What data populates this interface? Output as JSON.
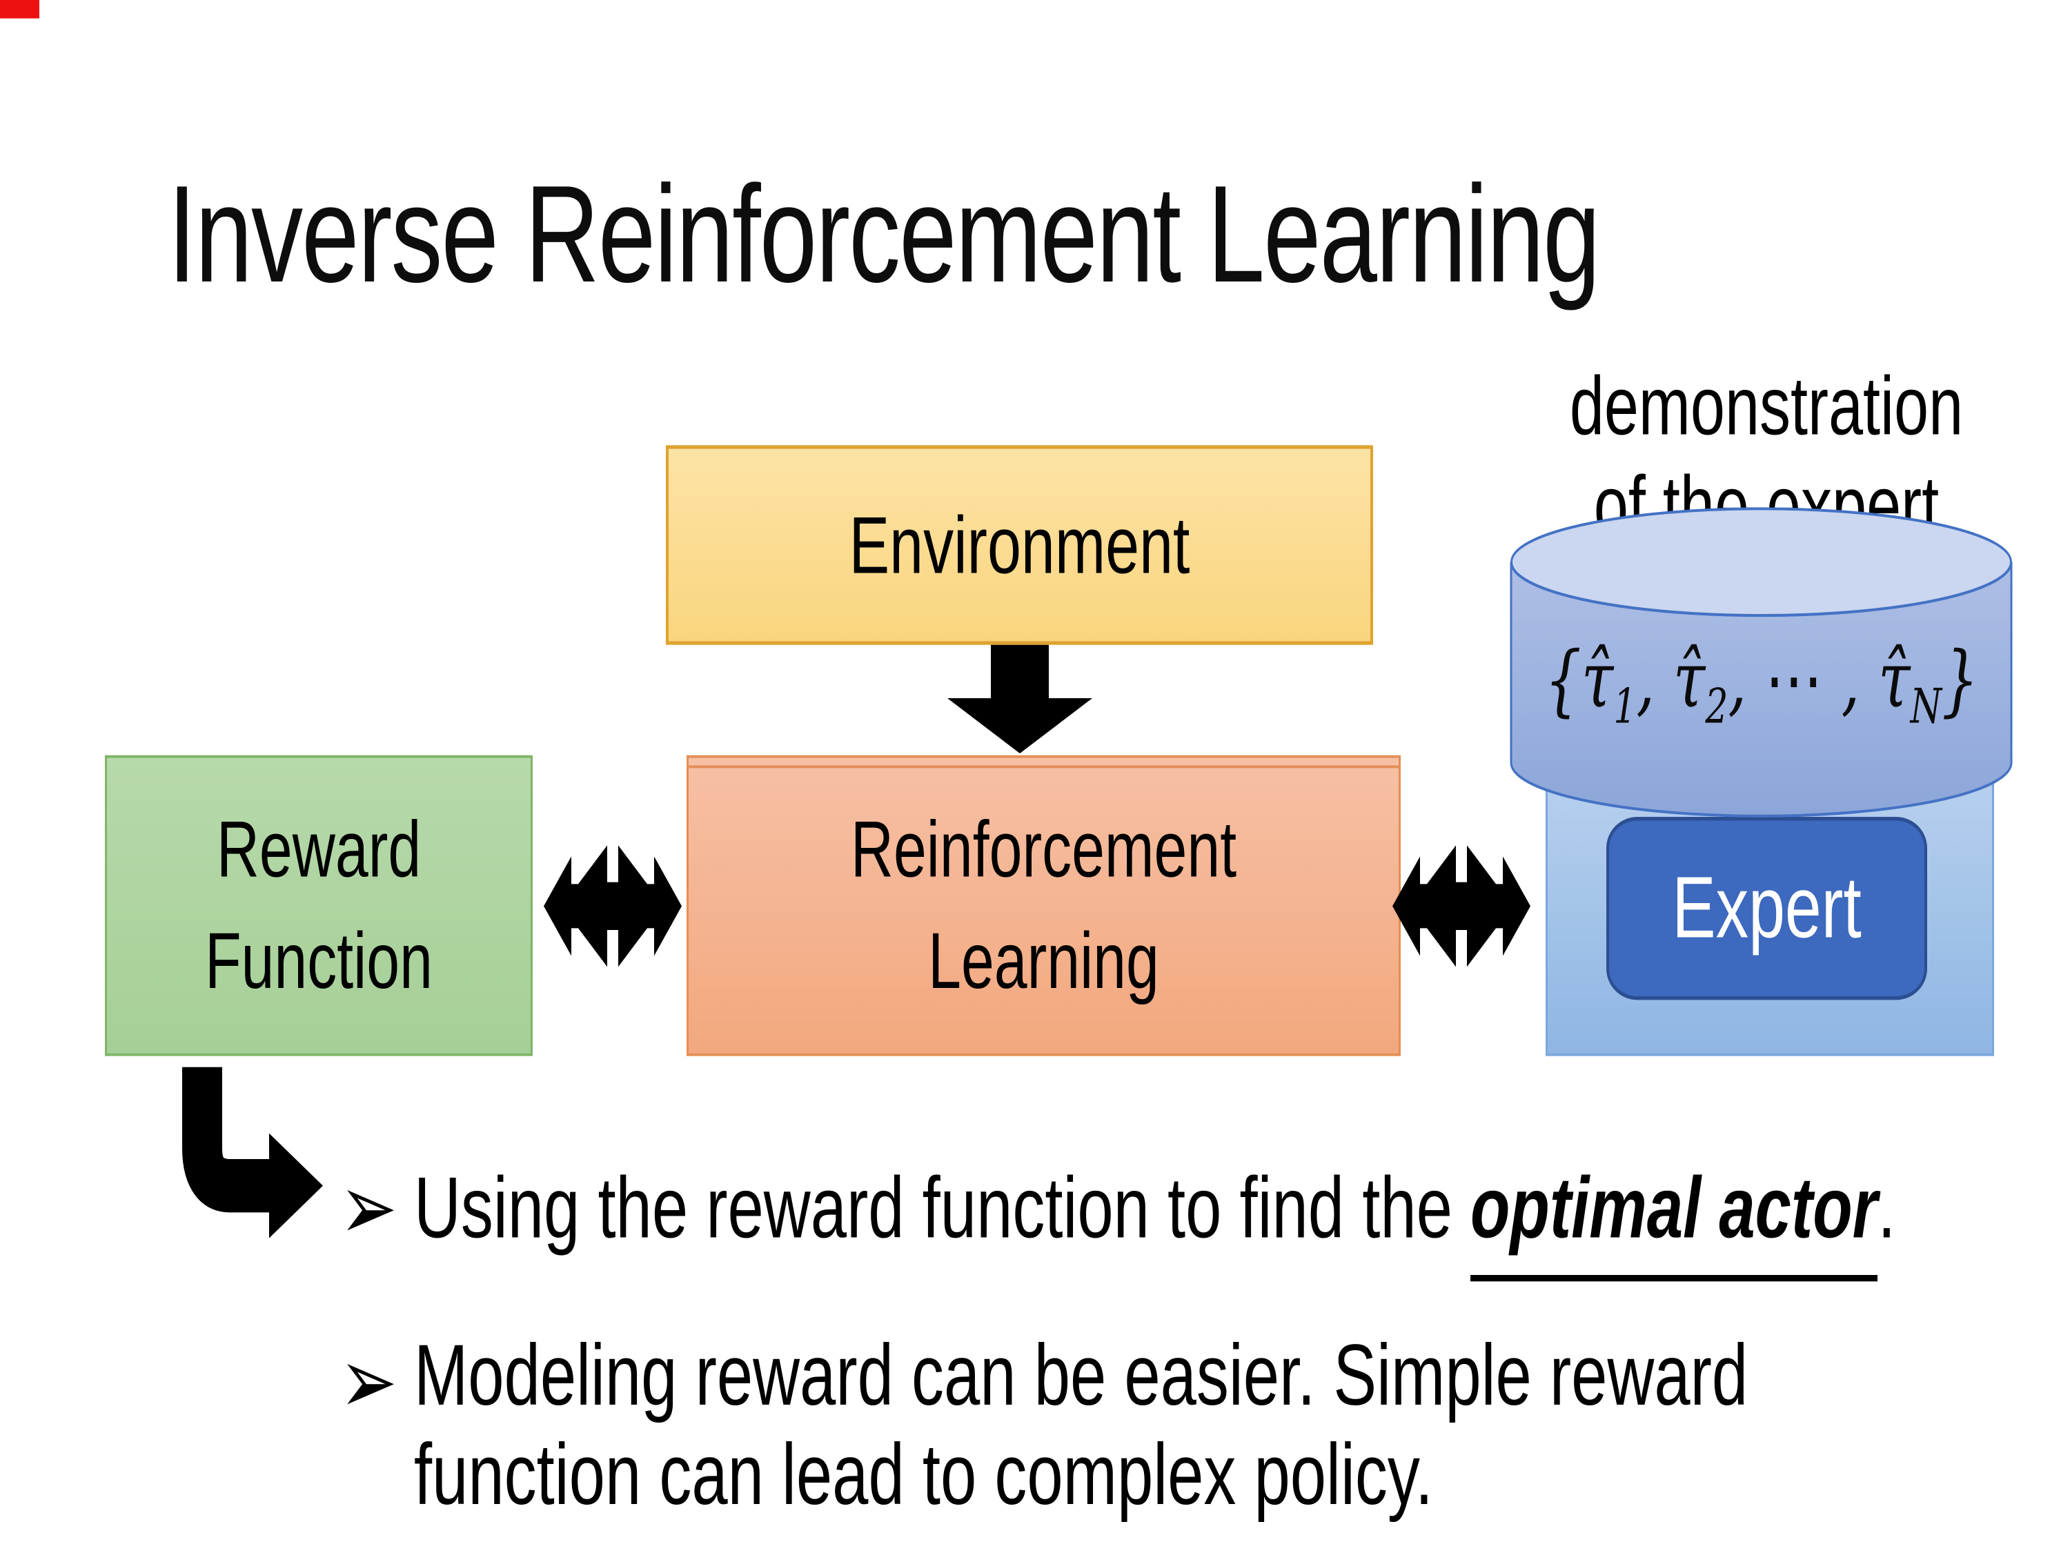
{
  "slide": {
    "title": "Inverse Reinforcement Learning"
  },
  "diagram": {
    "environment_label": "Environment",
    "reward_label_line1": "Reward",
    "reward_label_line2": "Function",
    "rl_label_line1": "Reinforcement",
    "rl_label_line2": "Learning",
    "expert_label": "Expert",
    "demo_caption_line1": "demonstration",
    "demo_caption_line2": "of the expert",
    "trajectory_set": {
      "open": "{",
      "tau1": "τ̂",
      "sub1": "1",
      "tau2": ", τ̂",
      "sub2": "2",
      "mid": ", ⋯ , τ̂",
      "subN": "N",
      "close": "}"
    }
  },
  "bullets": {
    "marker": "➢",
    "item1_prefix": "Using the reward function to find the ",
    "item1_highlight": "optimal actor",
    "item1_suffix": ".",
    "item2": "Modeling reward can be easier. Simple reward function can lead to complex policy."
  },
  "colors": {
    "environment_fill": "#fbd98f",
    "environment_border": "#dfa32e",
    "reward_fill": "#aed3a2",
    "reward_border": "#7eb567",
    "rl_fill": "#f4b79b",
    "rl_border": "#e58e56",
    "cylinder_fill": "#8fa5d8",
    "cylinder_border": "#4472c4",
    "expert_container_fill": "#95bbe5",
    "expert_fill": "#3d69be",
    "expert_border": "#2c4e92",
    "arrow_color": "#000000",
    "corner_marker": "#ee1111"
  }
}
